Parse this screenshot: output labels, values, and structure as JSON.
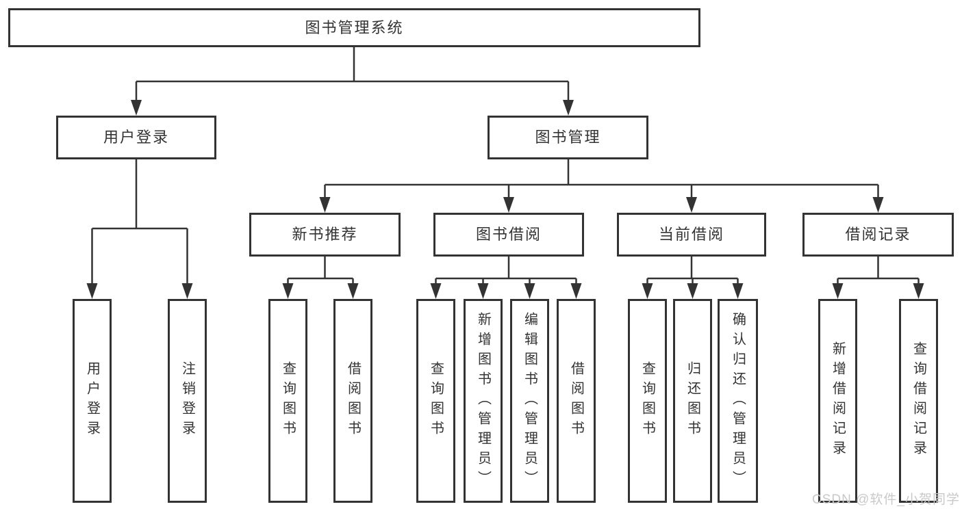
{
  "diagram": {
    "title": "图书管理系统",
    "root": {
      "label": "图书管理系统"
    },
    "branches": [
      {
        "label": "用户登录",
        "children": [
          {
            "label": "用户登录"
          },
          {
            "label": "注销登录"
          }
        ]
      },
      {
        "label": "图书管理",
        "sections": [
          {
            "label": "新书推荐",
            "children": [
              {
                "label": "查询图书"
              },
              {
                "label": "借阅图书"
              }
            ]
          },
          {
            "label": "图书借阅",
            "children": [
              {
                "label": "查询图书"
              },
              {
                "label": "新增图书（管理员）"
              },
              {
                "label": "编辑图书（管理员）"
              },
              {
                "label": "借阅图书"
              }
            ]
          },
          {
            "label": "当前借阅",
            "children": [
              {
                "label": "查询图书"
              },
              {
                "label": "归还图书"
              },
              {
                "label": "确认归还（管理员）"
              }
            ]
          },
          {
            "label": "借阅记录",
            "children": [
              {
                "label": "新增借阅记录"
              },
              {
                "label": "查询借阅记录"
              }
            ]
          }
        ]
      }
    ]
  },
  "watermark": {
    "text": "CSDN @软件_小贺同学"
  },
  "colors": {
    "line": "#333333",
    "box_border": "#333333",
    "text": "#333333",
    "background": "#ffffff",
    "watermark": "#c9c9c9"
  }
}
